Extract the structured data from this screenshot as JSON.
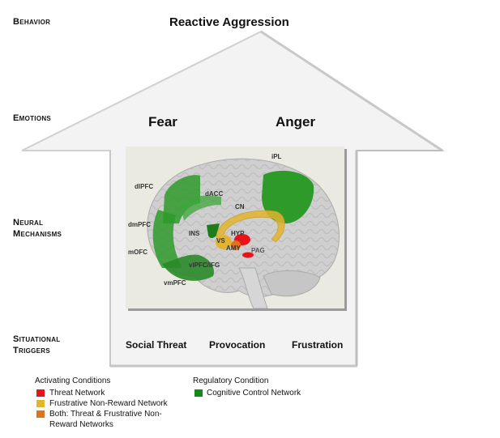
{
  "levels": {
    "behavior": "Behavior",
    "emotions": "Emotions",
    "neural_line1": "Neural",
    "neural_line2": "Mechanisms",
    "triggers_line1": "Situational",
    "triggers_line2": "Triggers"
  },
  "behavior": "Reactive Aggression",
  "emotions": [
    "Fear",
    "Anger"
  ],
  "triggers": [
    "Social Threat",
    "Provocation",
    "Frustration"
  ],
  "brain_regions": {
    "dlpfc": "dlPFC",
    "dacc": "dACC",
    "ipl": "iPL",
    "cn": "CN",
    "dmpfc": "dmPFC",
    "ins": "INS",
    "hyp": "HYP",
    "vs": "VS",
    "amy": "AMY",
    "mofc": "mOFC",
    "pag": "PAG",
    "vlpfc": "vlPFC/iFG",
    "vmpfc": "vmPFC"
  },
  "legend": {
    "activating_title": "Activating Conditions",
    "regulatory_title": "Regulatory Condition",
    "items": [
      {
        "label": "Threat Network",
        "color": "#e8141b"
      },
      {
        "label": "Frustrative Non-Reward Network",
        "color": "#e3b42f"
      },
      {
        "label_line1": "Both: Threat & Frustrative Non-",
        "label_line2": "Reward Networks",
        "color": "#e0711e"
      }
    ],
    "regulatory_items": [
      {
        "label": "Cognitive Control Network",
        "color": "#138a18"
      }
    ]
  },
  "colors": {
    "threat": "#e8141b",
    "frustrative": "#e3b42f",
    "both": "#e0711e",
    "control": "#2e9a2a",
    "house_fill": "#f3f3f3",
    "house_stroke": "#c4c4c4"
  }
}
